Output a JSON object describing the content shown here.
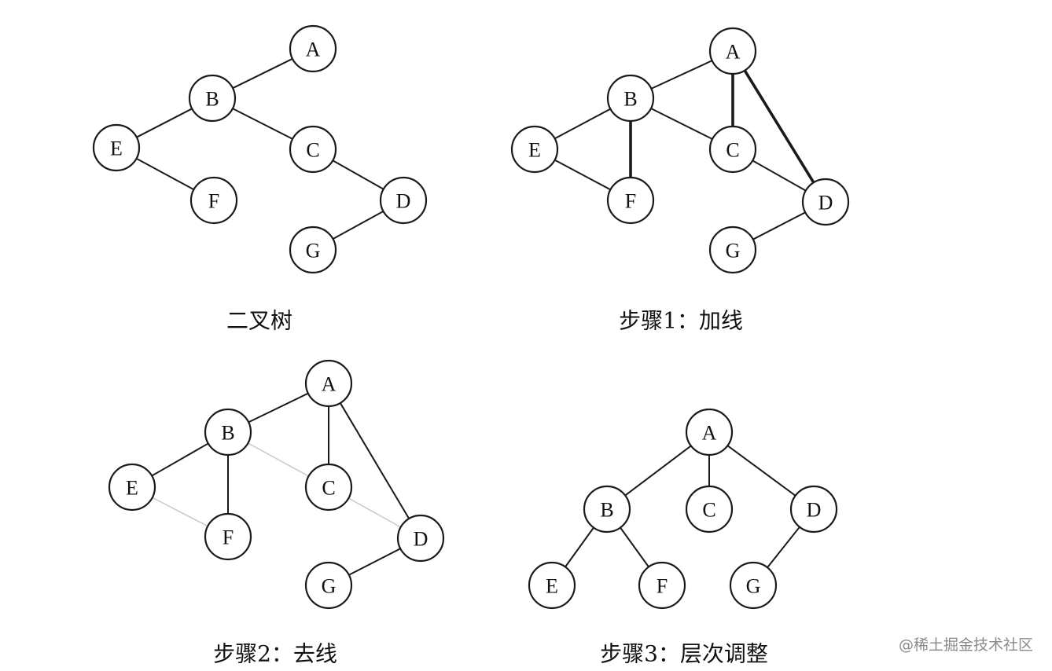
{
  "diagrams": [
    {
      "caption": "二叉树",
      "nodes": [
        "A",
        "B",
        "C",
        "D",
        "E",
        "F",
        "G"
      ],
      "edges": [
        {
          "from": "A",
          "to": "B",
          "style": "normal"
        },
        {
          "from": "B",
          "to": "E",
          "style": "normal"
        },
        {
          "from": "B",
          "to": "C",
          "style": "normal"
        },
        {
          "from": "E",
          "to": "F",
          "style": "normal"
        },
        {
          "from": "C",
          "to": "D",
          "style": "normal"
        },
        {
          "from": "D",
          "to": "G",
          "style": "normal"
        }
      ]
    },
    {
      "caption": "步骤1：加线",
      "nodes": [
        "A",
        "B",
        "C",
        "D",
        "E",
        "F",
        "G"
      ],
      "edges": [
        {
          "from": "A",
          "to": "B",
          "style": "normal"
        },
        {
          "from": "B",
          "to": "E",
          "style": "normal"
        },
        {
          "from": "B",
          "to": "C",
          "style": "normal"
        },
        {
          "from": "E",
          "to": "F",
          "style": "normal"
        },
        {
          "from": "C",
          "to": "D",
          "style": "normal"
        },
        {
          "from": "D",
          "to": "G",
          "style": "normal"
        },
        {
          "from": "B",
          "to": "F",
          "style": "bold"
        },
        {
          "from": "A",
          "to": "C",
          "style": "bold"
        },
        {
          "from": "A",
          "to": "D",
          "style": "bold"
        }
      ]
    },
    {
      "caption": "步骤2：去线",
      "nodes": [
        "A",
        "B",
        "C",
        "D",
        "E",
        "F",
        "G"
      ],
      "edges": [
        {
          "from": "A",
          "to": "B",
          "style": "normal"
        },
        {
          "from": "A",
          "to": "C",
          "style": "normal"
        },
        {
          "from": "A",
          "to": "D",
          "style": "normal"
        },
        {
          "from": "B",
          "to": "E",
          "style": "normal"
        },
        {
          "from": "B",
          "to": "F",
          "style": "normal"
        },
        {
          "from": "D",
          "to": "G",
          "style": "normal"
        },
        {
          "from": "B",
          "to": "C",
          "style": "faint"
        },
        {
          "from": "C",
          "to": "D",
          "style": "faint"
        },
        {
          "from": "E",
          "to": "F",
          "style": "faint"
        }
      ]
    },
    {
      "caption": "步骤3：层次调整",
      "nodes": [
        "A",
        "B",
        "C",
        "D",
        "E",
        "F",
        "G"
      ],
      "edges": [
        {
          "from": "A",
          "to": "B",
          "style": "normal"
        },
        {
          "from": "A",
          "to": "C",
          "style": "normal"
        },
        {
          "from": "A",
          "to": "D",
          "style": "normal"
        },
        {
          "from": "B",
          "to": "E",
          "style": "normal"
        },
        {
          "from": "B",
          "to": "F",
          "style": "normal"
        },
        {
          "from": "D",
          "to": "G",
          "style": "normal"
        }
      ]
    }
  ],
  "watermark": "@稀土掘金技术社区",
  "colors": {
    "line": "#1a1a1a",
    "faint_line": "#cccccc",
    "text": "#111111",
    "watermark": "#8a8a8a"
  }
}
